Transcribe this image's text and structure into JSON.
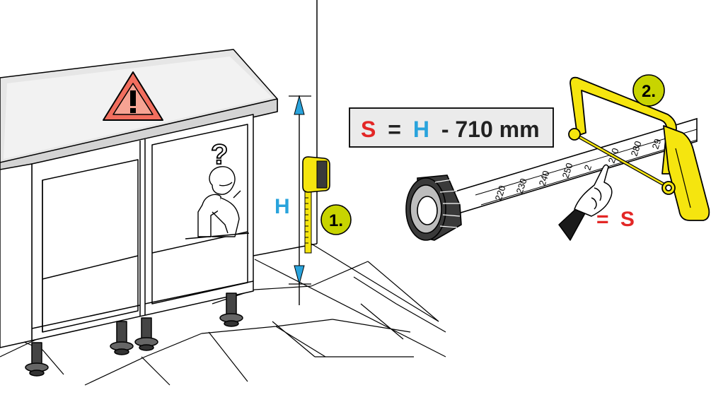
{
  "formula": {
    "s": "S",
    "eq": "=",
    "h": "H",
    "rest": "- 710 mm"
  },
  "height_label": "H",
  "step1_label": "1.",
  "step2_label": "2.",
  "result": {
    "eq": "=",
    "s": "S"
  },
  "question_mark": "?",
  "ruler_ticks": [
    "220",
    "230",
    "240",
    "250",
    "2",
    "270",
    "280",
    "29"
  ],
  "colors": {
    "red": "#e32726",
    "blue": "#29a3dc",
    "yellow": "#f5e50f",
    "yellow_label": "#c8d400",
    "warning": "#f26e5e",
    "box_bg": "#ebebeb"
  },
  "icons": [
    "warning-triangle-icon",
    "question-mark-icon",
    "pointing-hand-icon",
    "tape-measure-icon",
    "hacksaw-icon",
    "adjustable-leg-icon"
  ]
}
